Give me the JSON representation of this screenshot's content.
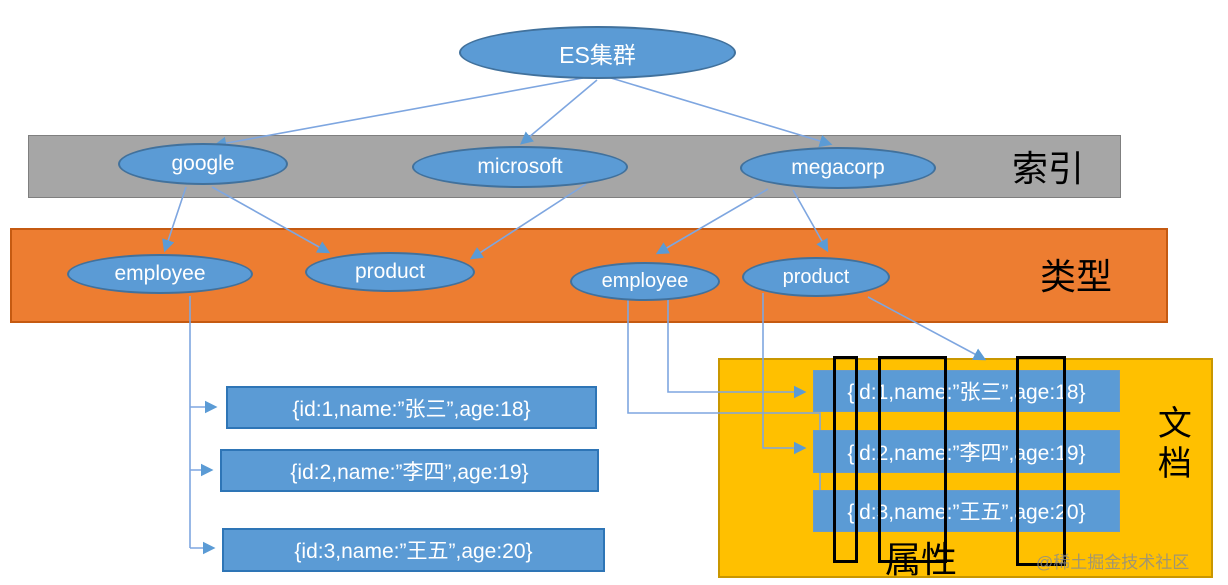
{
  "palette": {
    "node_blue": "#5b9bd5",
    "node_border": "#41719c",
    "band_gray": "#a6a6a6",
    "band_orange": "#ed7d31",
    "panel_gold": "#ffc000",
    "line_blue": "#7ea6e0"
  },
  "cluster": {
    "label": "ES集群"
  },
  "index_band": {
    "label": "索引",
    "nodes": [
      {
        "label": "google"
      },
      {
        "label": "microsoft"
      },
      {
        "label": "megacorp"
      }
    ]
  },
  "type_band": {
    "label": "类型",
    "nodes": [
      {
        "label": "employee"
      },
      {
        "label": "product"
      },
      {
        "label": "employee"
      },
      {
        "label": "product"
      }
    ]
  },
  "left_documents": [
    "{id:1,name:”张三”,age:18}",
    "{id:2,name:”李四”,age:19}",
    "{id:3,name:”王五”,age:20}"
  ],
  "document_panel": {
    "label": "文档",
    "attribute_label": "属性",
    "rows": [
      "{id:1,name:”张三”,age:18}",
      "{id:2,name:”李四”,age:19}",
      "{id:3,name:”王五”,age:20}"
    ]
  },
  "watermark": "@稀土掘金技术社区"
}
